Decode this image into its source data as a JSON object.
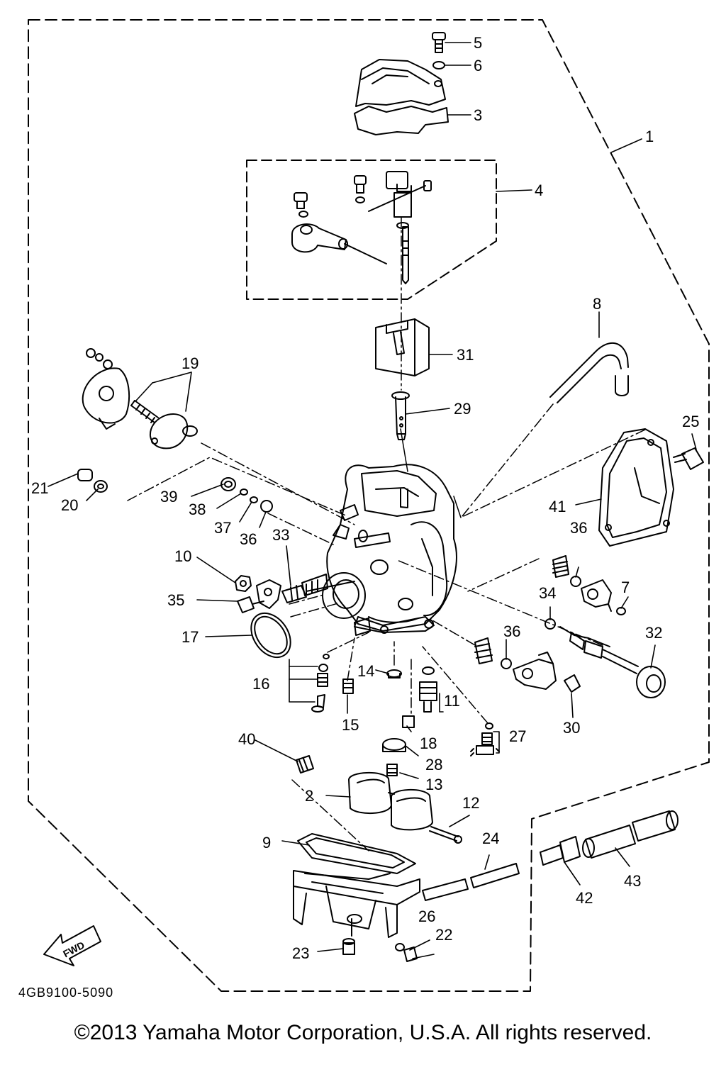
{
  "diagram": {
    "part_code": "4GB9100-5090",
    "fwd_label": "FWD",
    "copyright": "©2013 Yamaha Motor Corporation, U.S.A. All rights reserved.",
    "callouts": {
      "c1": "1",
      "c2": "2",
      "c3": "3",
      "c4": "4",
      "c5": "5",
      "c6": "6",
      "c7": "7",
      "c8": "8",
      "c9": "9",
      "c10": "10",
      "c11": "11",
      "c12": "12",
      "c13": "13",
      "c14": "14",
      "c15": "15",
      "c16": "16",
      "c17": "17",
      "c18": "18",
      "c19": "19",
      "c20": "20",
      "c21": "21",
      "c22": "22",
      "c23": "23",
      "c24": "24",
      "c25": "25",
      "c26": "26",
      "c27": "27",
      "c28": "28",
      "c29": "29",
      "c30": "30",
      "c31": "31",
      "c32": "32",
      "c33": "33",
      "c34": "34",
      "c35": "35",
      "c36a": "36",
      "c36b": "36",
      "c36c": "36",
      "c37": "37",
      "c38": "38",
      "c39": "39",
      "c40": "40",
      "c41": "41",
      "c42": "42",
      "c43": "43"
    }
  }
}
